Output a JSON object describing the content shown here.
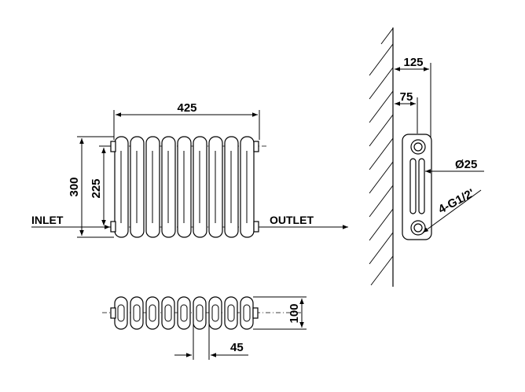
{
  "labels": {
    "inlet": "INLET",
    "outlet": "OUTLET",
    "width": "425",
    "height_total": "300",
    "height_centers": "225",
    "depth_total": "125",
    "depth_offset": "75",
    "diameter": "Ø25",
    "thread": "4-G1/2'",
    "section_depth": "100",
    "section_pitch": "45"
  }
}
